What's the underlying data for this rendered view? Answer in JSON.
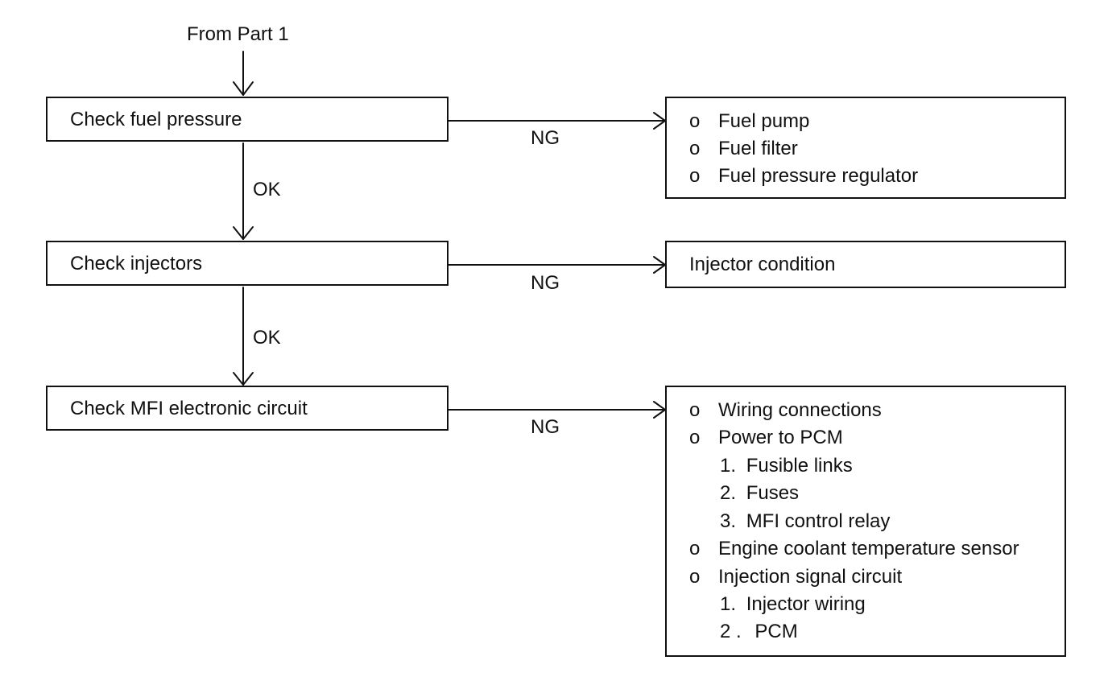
{
  "entry": {
    "label": "From Part 1"
  },
  "steps": [
    {
      "label": "Check fuel pressure",
      "pass_label": "OK",
      "fail_label": "NG"
    },
    {
      "label": "Check injectors",
      "pass_label": "OK",
      "fail_label": "NG"
    },
    {
      "label": "Check MFI electronic circuit",
      "fail_label": "NG"
    }
  ],
  "results": {
    "fuel": {
      "bullet": "o",
      "items": [
        "Fuel pump",
        "Fuel filter",
        "Fuel pressure regulator"
      ]
    },
    "injector": {
      "text": "Injector condition"
    },
    "circuit": {
      "bullet": "o",
      "items": [
        {
          "text": "Wiring connections",
          "sub": []
        },
        {
          "text": "Power to PCM",
          "sub": [
            {
              "num": "1.",
              "text": "Fusible links"
            },
            {
              "num": "2.",
              "text": "Fuses"
            },
            {
              "num": "3.",
              "text": "MFI control relay"
            }
          ]
        },
        {
          "text": "Engine coolant temperature sensor",
          "sub": []
        },
        {
          "text": "Injection signal circuit",
          "sub": [
            {
              "num": "1.",
              "text": "Injector wiring"
            },
            {
              "num": "2 .",
              "text": "PCM"
            }
          ]
        }
      ]
    }
  },
  "colors": {
    "line": "#111111",
    "background": "#ffffff"
  }
}
